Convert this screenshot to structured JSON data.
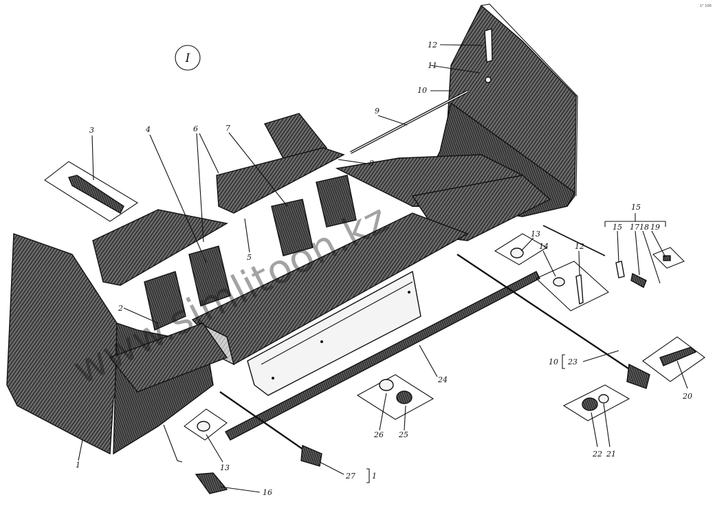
{
  "sheet_number": "I",
  "watermark": "www.simlitoon.kz",
  "corner_mark": "1° 100",
  "callouts": {
    "c1": "1",
    "c2": "2",
    "c3": "3",
    "c4": "4",
    "c5": "5",
    "c6": "6",
    "c7": "7",
    "c8": "8",
    "c9": "9",
    "c10": "10",
    "c11": "11",
    "c12a": "12",
    "c12b": "12",
    "c13a": "13",
    "c13b": "13",
    "c14": "14",
    "c15a": "15",
    "c15b": "15",
    "c16": "16",
    "c17": "17",
    "c18": "18",
    "c19": "19",
    "c20": "20",
    "c21": "21",
    "c22": "22",
    "c23": "23",
    "c23p": "10",
    "c24": "24",
    "c25": "25",
    "c26": "26",
    "c27": "27",
    "c27p": "1"
  },
  "colors": {
    "ink": "#111111",
    "paper": "#ffffff",
    "hatch": "#3a3a3a"
  }
}
